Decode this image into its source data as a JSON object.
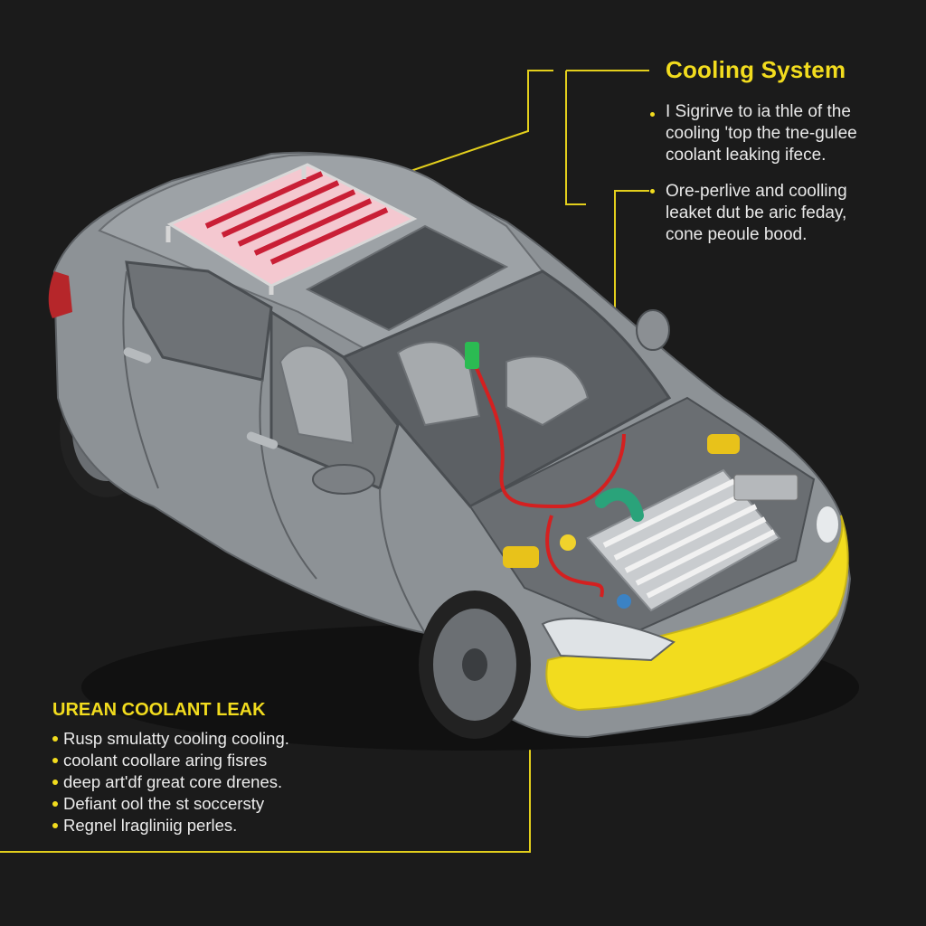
{
  "top_callout": {
    "title": "Cooling System",
    "note1": [
      "I Sigrirve to ia thle of the",
      "cooling 'top the tne-gulee",
      "coolant leaking ifece."
    ],
    "note2": [
      "Ore-perlive and coolling",
      "leaket dut be aric feday,",
      "cone peoule bood."
    ]
  },
  "bottom_callout": {
    "title": "UREAN COOLANT LEAK",
    "items": [
      "Rusp smulatty cooling cooling.",
      "coolant coollare aring fisres",
      "deep art'df great core drenes.",
      "Defiant ool the st soccersty",
      "Regnel lragliniig perles."
    ]
  },
  "colors": {
    "accent": "#f2dc1e",
    "coolant_line": "#d42020",
    "body": "#8d9296"
  }
}
